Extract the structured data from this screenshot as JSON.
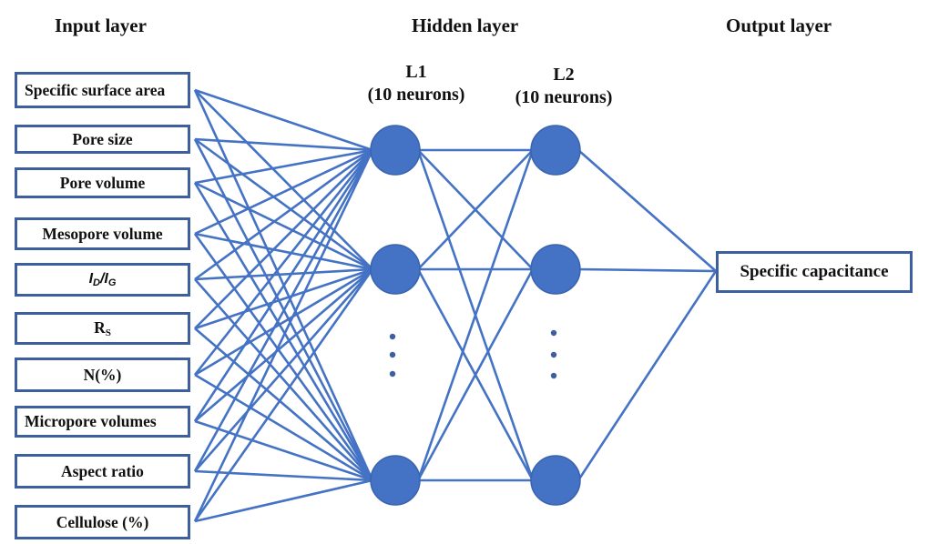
{
  "headings": {
    "input": "Input layer",
    "hidden": "Hidden layer",
    "output": "Output layer"
  },
  "hidden_layers": [
    {
      "name": "L1",
      "neurons_label": "(10 neurons)",
      "neurons": 10,
      "drawn_nodes": 3
    },
    {
      "name": "L2",
      "neurons_label": "(10 neurons)",
      "neurons": 10,
      "drawn_nodes": 3
    }
  ],
  "inputs": [
    {
      "label": "Specific surface area"
    },
    {
      "label": "Pore size"
    },
    {
      "label": "Pore volume"
    },
    {
      "label": "Mesopore volume"
    },
    {
      "main": "I",
      "sub": "D",
      "sep": "/",
      "main2": "I",
      "sub2": "G",
      "label": "ID/IG"
    },
    {
      "main": "R",
      "sub": "S",
      "label": "RS"
    },
    {
      "label": "N(%)"
    },
    {
      "label": "Micropore volumes"
    },
    {
      "label": "Aspect ratio"
    },
    {
      "label": "Cellulose (%)"
    }
  ],
  "output": {
    "label": "Specific capacitance"
  },
  "ellipsis": "⋮",
  "colors": {
    "node": "#4472c4",
    "edge": "#4472c4",
    "box_border": "#3d5f9e"
  }
}
